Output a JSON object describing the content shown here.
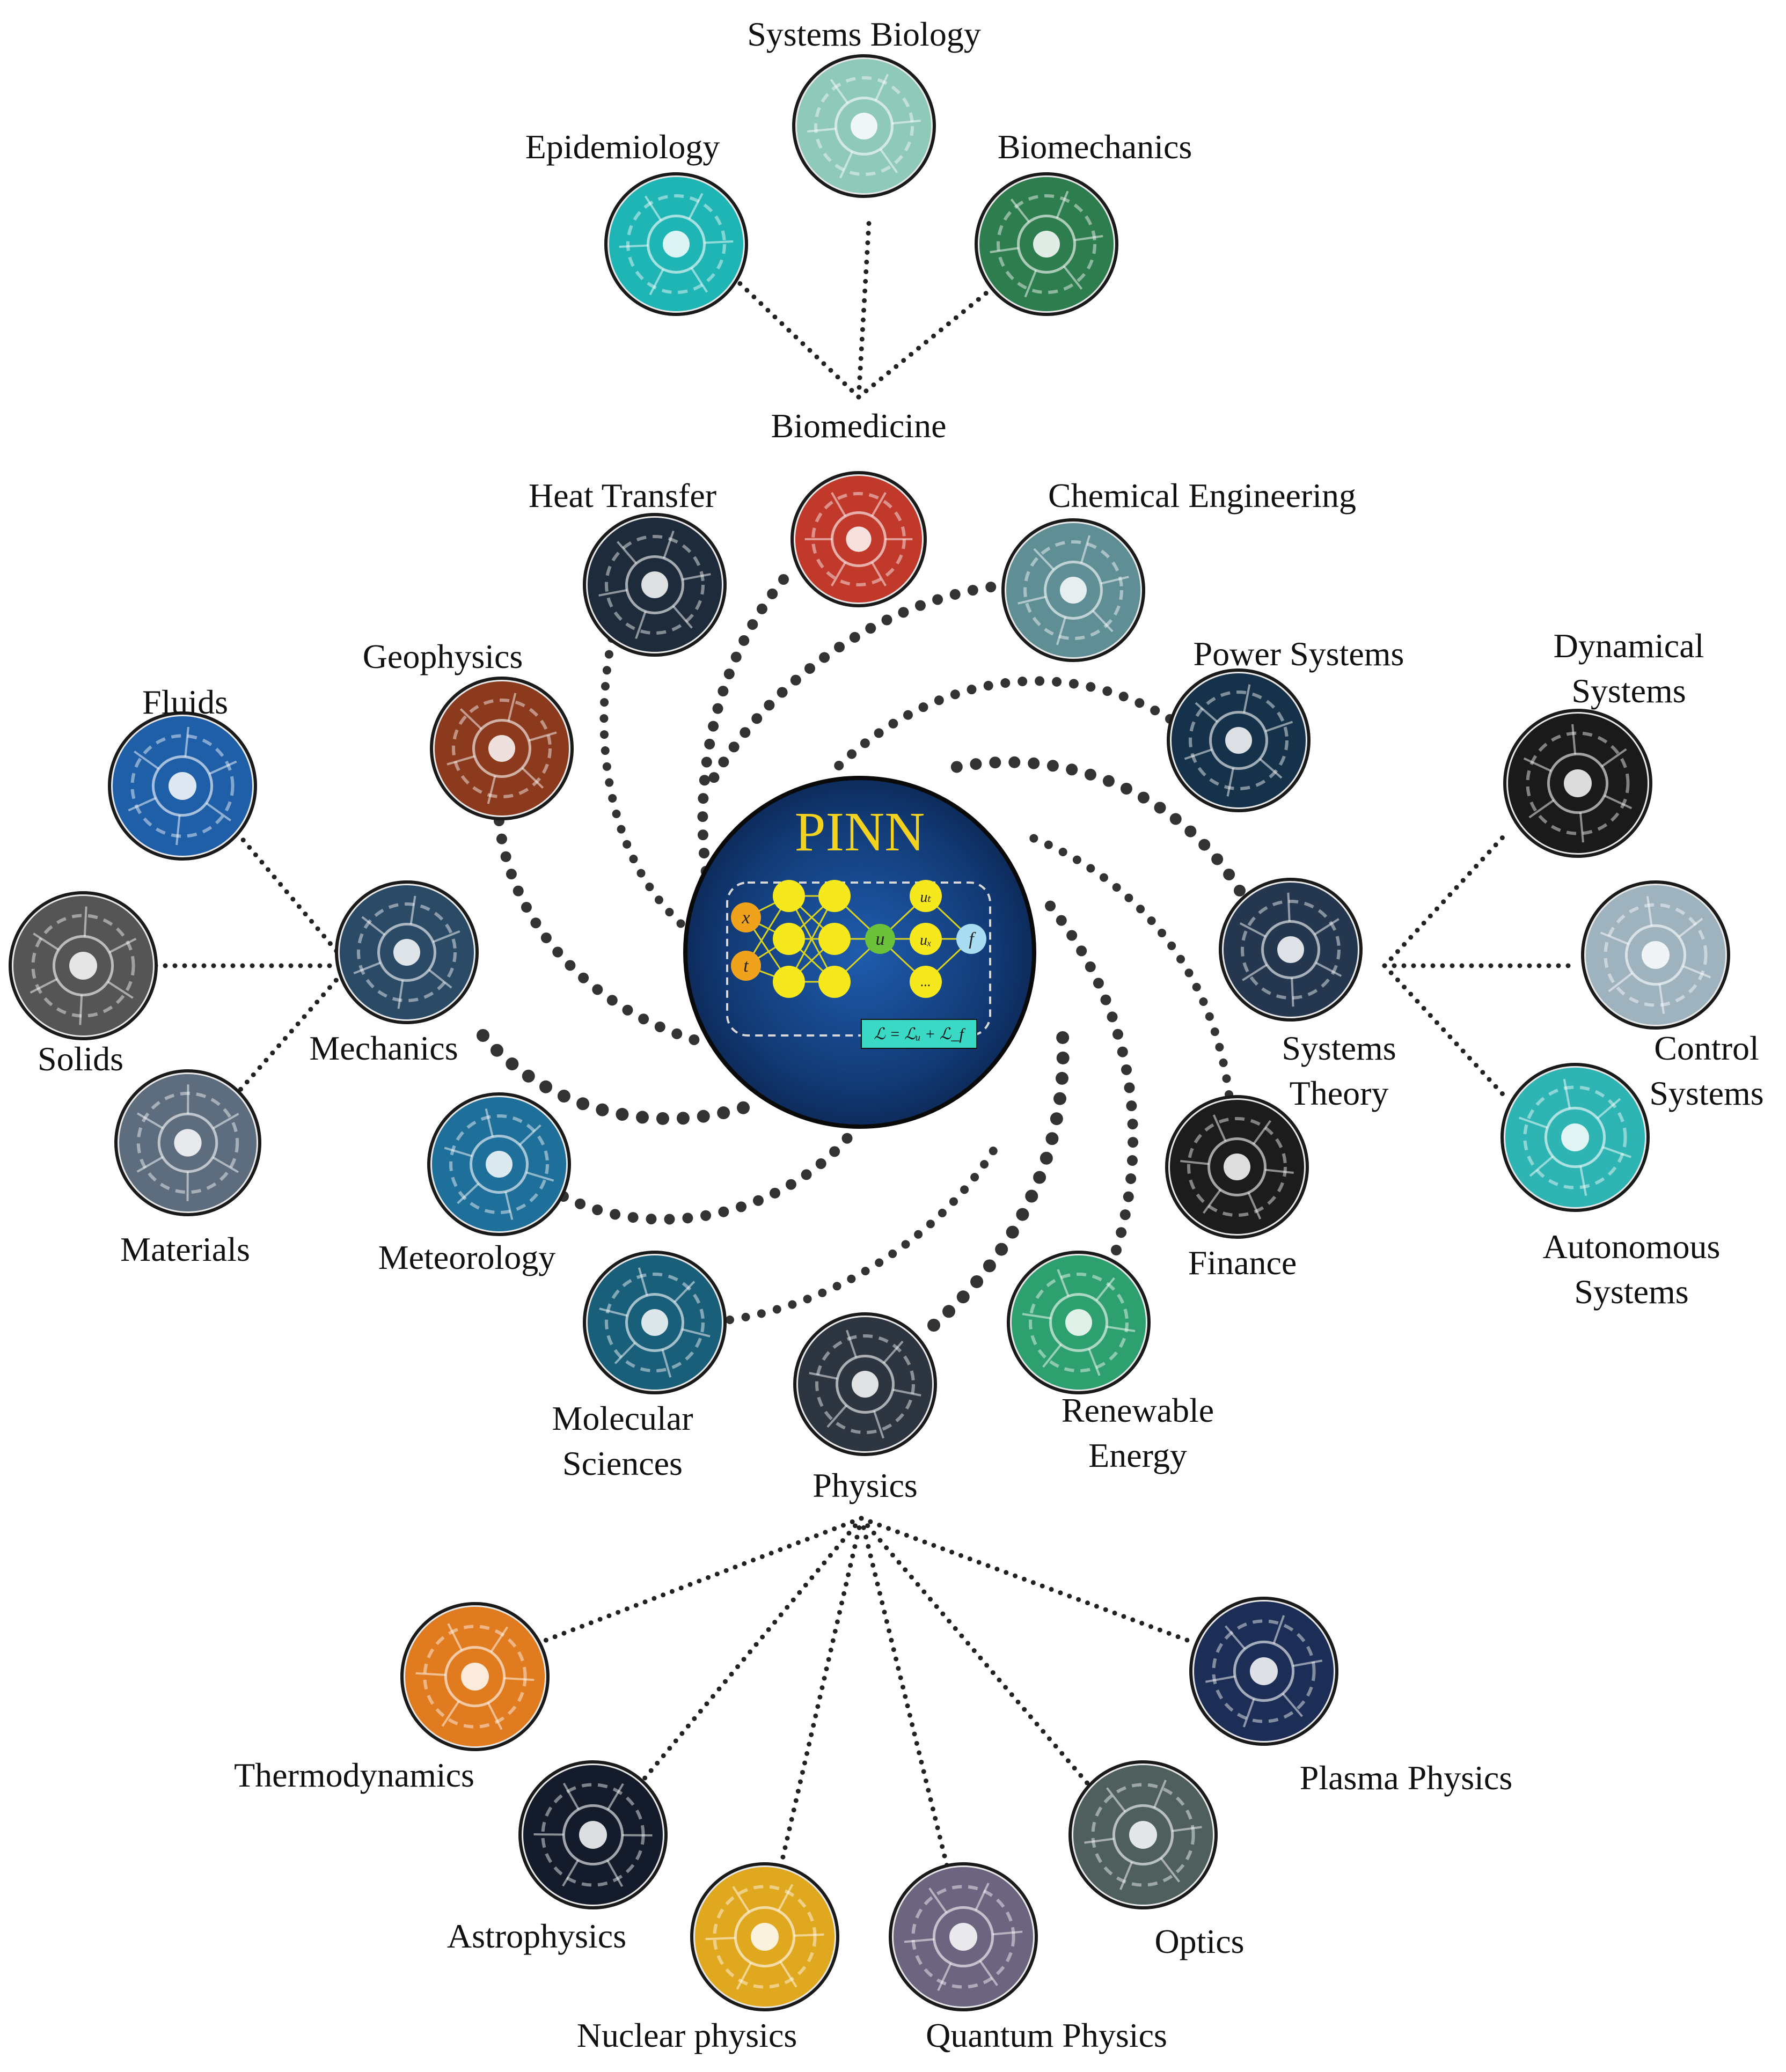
{
  "center": {
    "title": "PINN",
    "inputs": [
      "x",
      "t"
    ],
    "output": "u",
    "derivatives": [
      "uₜ",
      "uₓ",
      "..."
    ],
    "residual": "f",
    "loss": "ℒ = ℒᵤ + ℒ_f"
  },
  "domains": [
    {
      "id": "biomedicine",
      "label": "Biomedicine",
      "icon": "heart-dna-icon",
      "color": "#c0392b"
    },
    {
      "id": "epidemiology",
      "label": "Epidemiology",
      "icon": "virus-icon",
      "color": "#1fb5b5"
    },
    {
      "id": "systems-biology",
      "label": "Systems Biology",
      "icon": "circuit-dna-icon",
      "color": "#8fc9b9"
    },
    {
      "id": "biomechanics",
      "label": "Biomechanics",
      "icon": "muscle-gear-icon",
      "color": "#2e7d4f"
    },
    {
      "id": "heat-transfer",
      "label": "Heat Transfer",
      "icon": "thermometer-icon",
      "color": "#1d2b3a"
    },
    {
      "id": "chemical-engineering",
      "label": "Chemical Engineering",
      "icon": "lab-flask-icon",
      "color": "#5f8e95"
    },
    {
      "id": "geophysics",
      "label": "Geophysics",
      "icon": "earth-strata-icon",
      "color": "#8b3a1e"
    },
    {
      "id": "power-systems",
      "label": "Power Systems",
      "icon": "power-tower-icon",
      "color": "#16324a"
    },
    {
      "id": "mechanics",
      "label": "Mechanics",
      "icon": "mechanical-parts-icon",
      "color": "#2a4a66"
    },
    {
      "id": "fluids",
      "label": "Fluids",
      "icon": "fluid-swirl-icon",
      "color": "#1f5fa8"
    },
    {
      "id": "solids",
      "label": "Solids",
      "icon": "solid-cube-icon",
      "color": "#555555"
    },
    {
      "id": "materials",
      "label": "Materials",
      "icon": "lattice-icon",
      "color": "#5d6d7e"
    },
    {
      "id": "systems-theory",
      "label": "Systems\nTheory",
      "icon": "systems-network-icon",
      "color": "#24374f"
    },
    {
      "id": "dynamical-systems",
      "label": "Dynamical\nSystems",
      "icon": "attractor-icon",
      "color": "#1a1a1a"
    },
    {
      "id": "control-systems",
      "label": "Control\nSystems",
      "icon": "control-dial-icon",
      "color": "#9fb3bf"
    },
    {
      "id": "autonomous-systems",
      "label": "Autonomous\nSystems",
      "icon": "brain-car-icon",
      "color": "#2fb4b4"
    },
    {
      "id": "meteorology",
      "label": "Meteorology",
      "icon": "globe-weather-icon",
      "color": "#1e6f99"
    },
    {
      "id": "molecular-sciences",
      "label": "Molecular\nSciences",
      "icon": "molecule-atom-icon",
      "color": "#1a5f7a"
    },
    {
      "id": "physics",
      "label": "Physics",
      "icon": "atom-icon",
      "color": "#2d3540"
    },
    {
      "id": "renewable-energy",
      "label": "Renewable\nEnergy",
      "icon": "wind-turbine-icon",
      "color": "#2e9f6f"
    },
    {
      "id": "finance",
      "label": "Finance",
      "icon": "dollar-icon",
      "color": "#1c1c1c"
    },
    {
      "id": "thermodynamics",
      "label": "Thermodynamics",
      "icon": "flame-waves-icon",
      "color": "#e07b1f"
    },
    {
      "id": "astrophysics",
      "label": "Astrophysics",
      "icon": "telescope-icon",
      "color": "#141c2b"
    },
    {
      "id": "nuclear-physics",
      "label": "Nuclear physics",
      "icon": "nucleus-icon",
      "color": "#e0a81f"
    },
    {
      "id": "quantum-physics",
      "label": "Quantum Physics",
      "icon": "quantum-eye-icon",
      "color": "#6d6580"
    },
    {
      "id": "optics",
      "label": "Optics",
      "icon": "prism-icon",
      "color": "#4e5f5d"
    },
    {
      "id": "plasma-physics",
      "label": "Plasma Physics",
      "icon": "plasma-burst-icon",
      "color": "#1c2e55"
    }
  ]
}
